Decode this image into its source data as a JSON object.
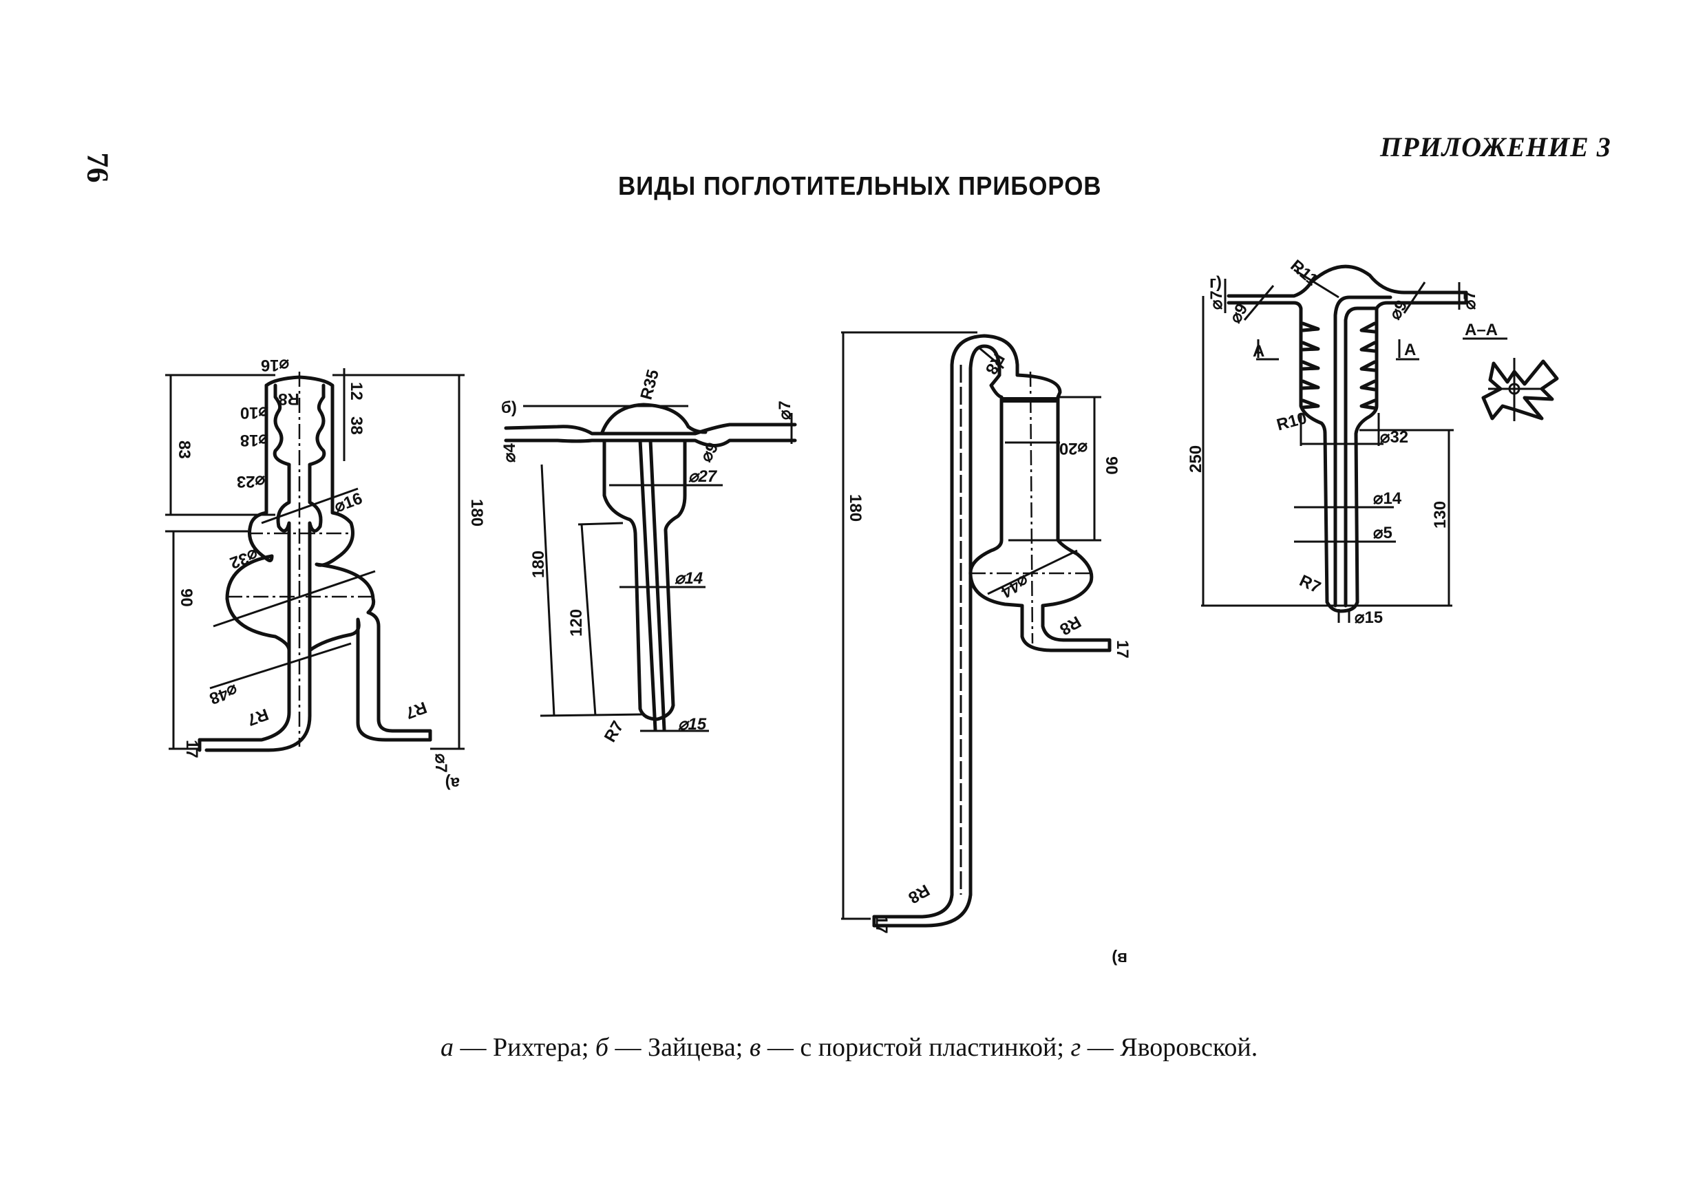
{
  "page": {
    "number": "76",
    "appendix": "ПРИЛОЖЕНИЕ 3",
    "title": "ВИДЫ ПОГЛОТИТЕЛЬНЫХ ПРИБОРОВ"
  },
  "caption": [
    {
      "letter": "а",
      "name": "Рихтера;"
    },
    {
      "letter": "б",
      "name": "Зайцева;"
    },
    {
      "letter": "в",
      "name": "с пористой  пластинкой;"
    },
    {
      "letter": "г",
      "name": "Яворовской."
    }
  ],
  "caption_dash": "—",
  "figures": {
    "a": {
      "letter": "а)",
      "d16_top": "⌀16",
      "l12": "12",
      "l38": "38",
      "r8": "R8",
      "d10": "⌀10",
      "d18": "⌀18",
      "d23": "⌀23",
      "d16": "⌀16",
      "d32": "⌀32",
      "d48": "⌀48",
      "l83": "83",
      "l90": "90",
      "l180": "180",
      "r7a": "R7",
      "r7b": "R7",
      "l17": "17",
      "d7": "⌀7"
    },
    "b": {
      "letter": "б)",
      "r35": "R35",
      "d4": "⌀4",
      "d9": "⌀9",
      "d7": "⌀7",
      "d27": "⌀27",
      "d14": "⌀14",
      "d15": "⌀15",
      "l180": "180",
      "l120": "120",
      "r7": "R7"
    },
    "v": {
      "letter": "в)",
      "l180": "180",
      "r8top": "R8",
      "d20": "⌀20",
      "l90": "90",
      "d44": "⌀44",
      "r8l": "R8",
      "r8r": "R8",
      "l17a": "17",
      "l17b": "17"
    },
    "g": {
      "letter": "г)",
      "r11": "R11",
      "d7l": "⌀7",
      "d9l": "⌀9",
      "d9r": "⌀9",
      "d7r": "⌀7",
      "secA1": "А",
      "secA2": "А",
      "section": "А–А",
      "r10": "R10",
      "d32": "⌀32",
      "l250": "250",
      "l130": "130",
      "d14": "⌀14",
      "d5": "⌀5",
      "r7": "R7",
      "d15": "⌀15"
    }
  }
}
